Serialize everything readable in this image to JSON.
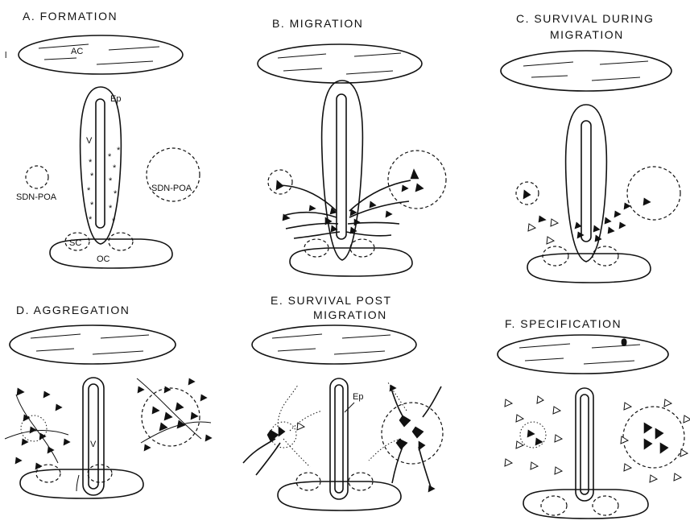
{
  "panels": {
    "a": {
      "title": "A. FORMATION",
      "labels": {
        "ac": "AC",
        "ep": "Ep",
        "v": "V",
        "sdn_left": "SDN-POA",
        "sdn_right": "SDN-POA",
        "sc": "SC",
        "oc": "OC"
      }
    },
    "b": {
      "title": "B. MIGRATION"
    },
    "c": {
      "title_line1": "C. SURVIVAL DURING",
      "title_line2": "MIGRATION"
    },
    "d": {
      "title": "D. AGGREGATION",
      "labels": {
        "v": "V"
      }
    },
    "e": {
      "title_line1": "E. SURVIVAL POST",
      "title_line2": "MIGRATION",
      "labels": {
        "ep": "Ep"
      }
    },
    "f": {
      "title": "F. SPECIFICATION"
    }
  },
  "stray_mark": "l"
}
